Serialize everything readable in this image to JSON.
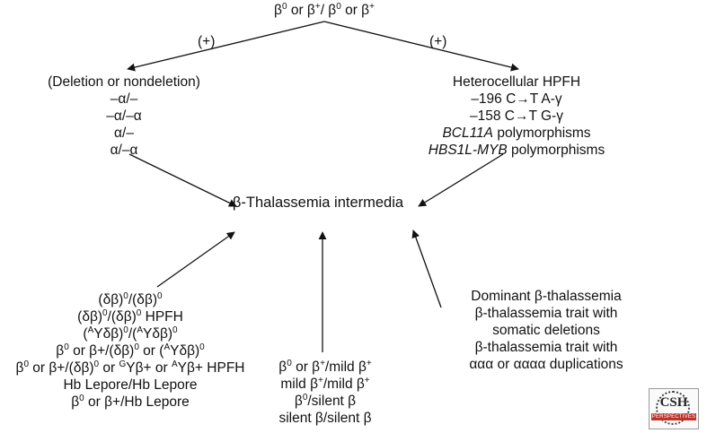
{
  "top": {
    "genotype": "β<sup>0</sup> or β<sup>+</sup>/ β<sup>0</sup> or β<sup>+</sup>"
  },
  "plus_labels": {
    "left": "(+)",
    "right": "(+)"
  },
  "alpha_box": {
    "lines": [
      "(Deletion or nondeletion)",
      "–α/–",
      "–α/–α",
      "α/–",
      "α/–α"
    ]
  },
  "gamma_box": {
    "lines": [
      "Heterocellular HPFH",
      "–196 C→T A-γ",
      "–158 C→T G-γ",
      "<i>BCL11A</i> polymorphisms",
      "<i>HBS1L-MYB</i> polymorphisms"
    ]
  },
  "center": {
    "label": "β-Thalassemia intermedia"
  },
  "left_bottom": {
    "lines": [
      "(δβ)<sup>0</sup>/(δβ)<sup>0</sup>",
      "(δβ)<sup>0</sup>/(δβ)<sup>0</sup> HPFH",
      "(<sup>A</sup>Yδβ)<sup>0</sup>/(<sup>A</sup>Yδβ)<sup>0</sup>",
      "β<sup>0</sup> or β+/(δβ)<sup>0</sup> or (<sup>A</sup>Yδβ)<sup>0</sup>",
      "β<sup>0</sup> or β+/(δβ)<sup>0</sup> or <sup>G</sup>Yβ+ or <sup>A</sup>Yβ+ HPFH",
      "Hb Lepore/Hb Lepore",
      "β<sup>0</sup> or β+/Hb Lepore"
    ]
  },
  "middle_bottom": {
    "lines": [
      "β<sup>0</sup> or β<sup>+</sup>/mild β<sup>+</sup>",
      "mild β<sup>+</sup>/mild β<sup>+</sup>",
      "β<sup>0</sup>/silent β",
      "silent β/silent β"
    ]
  },
  "right_bottom": {
    "lines": [
      "Dominant β-thalassemia",
      "β-thalassemia trait with",
      "somatic deletions",
      "β-thalassemia trait with",
      "ααα or αααα duplications"
    ]
  },
  "logo": {
    "mark": "CSH",
    "band": "PERSPECTIVES"
  },
  "colors": {
    "ink": "#111111",
    "logo_band": "#c0332b"
  }
}
